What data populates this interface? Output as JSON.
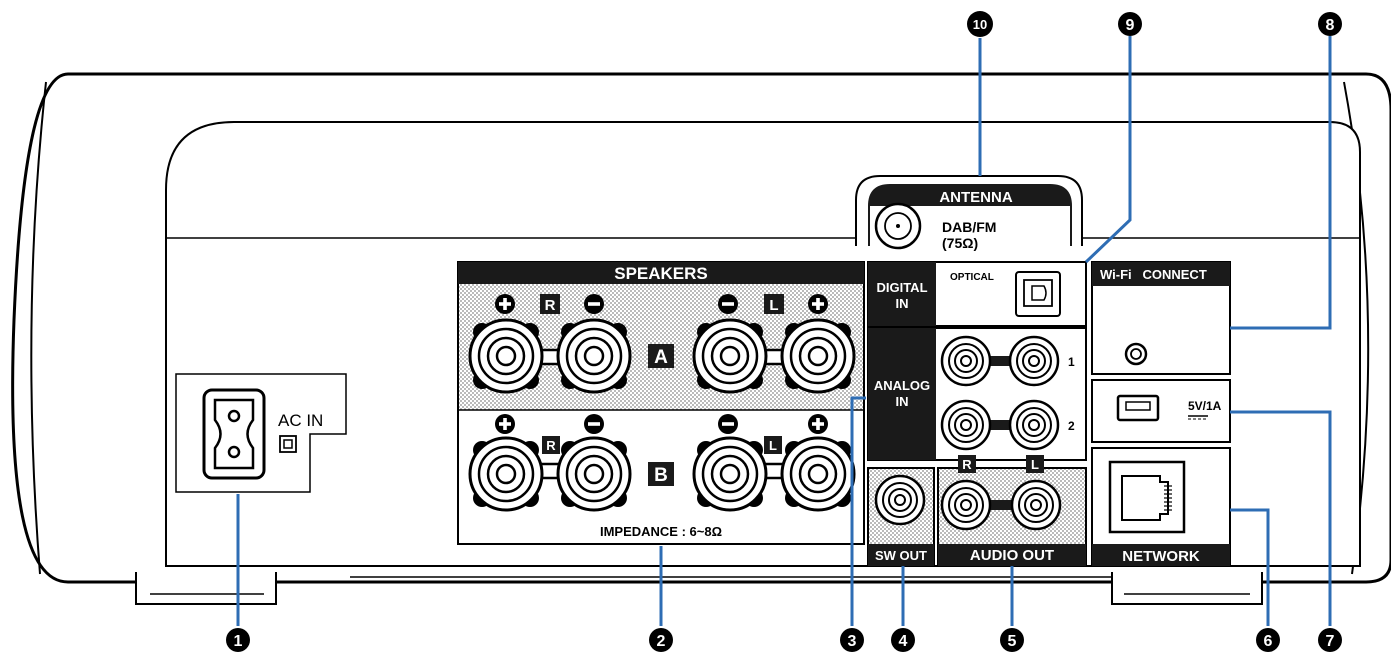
{
  "labels": {
    "ac_in": "AC IN",
    "antenna": "ANTENNA",
    "dab_fm": "DAB/FM",
    "ohm75": "(75Ω)",
    "speakers": "SPEAKERS",
    "ch_r": "R",
    "ch_l": "L",
    "group_a": "A",
    "group_b": "B",
    "impedance": "IMPEDANCE : 6~8Ω",
    "digital_in_1": "DIGITAL",
    "digital_in_2": "IN",
    "optical": "OPTICAL",
    "analog_in_1": "ANALOG",
    "analog_in_2": "IN",
    "input_1": "1",
    "input_2": "2",
    "wifi_connect": "Wi-Fi   CONNECT",
    "usb_rating": "5V/1A",
    "network": "NETWORK",
    "sw_out": "SW OUT",
    "audio_out": "AUDIO OUT"
  },
  "callouts": [
    "1",
    "2",
    "3",
    "4",
    "5",
    "6",
    "7",
    "8",
    "9",
    "10"
  ],
  "colors": {
    "leader": "#2e6db4",
    "outline": "#000000",
    "panel_black": "#1a1a1a",
    "dot_pattern": "#b0b0b0"
  }
}
